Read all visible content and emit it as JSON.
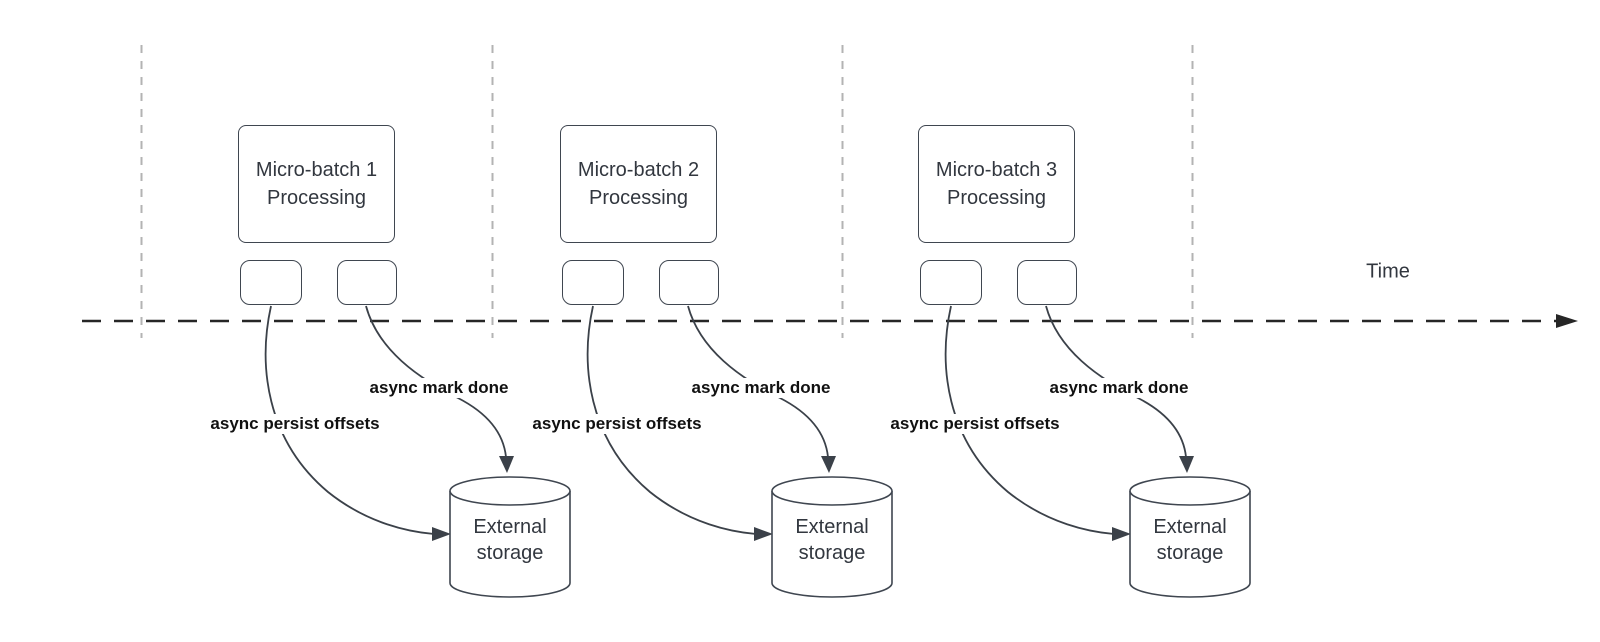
{
  "diagram": {
    "time_label": "Time",
    "groups": [
      {
        "title": "Micro-batch 1 Processing",
        "persist_label": "async persist offsets",
        "done_label": "async mark done",
        "storage_label": "External storage"
      },
      {
        "title": "Micro-batch 2 Processing",
        "persist_label": "async persist offsets",
        "done_label": "async mark done",
        "storage_label": "External storage"
      },
      {
        "title": "Micro-batch 3 Processing",
        "persist_label": "async persist offsets",
        "done_label": "async mark done",
        "storage_label": "External storage"
      }
    ],
    "colors": {
      "shape_stroke": "#3f4650",
      "shape_text": "#32373f",
      "edge_label_text": "#111111",
      "separator_line": "#b3b3b3",
      "time_axis": "#262626",
      "background": "#ffffff"
    }
  }
}
